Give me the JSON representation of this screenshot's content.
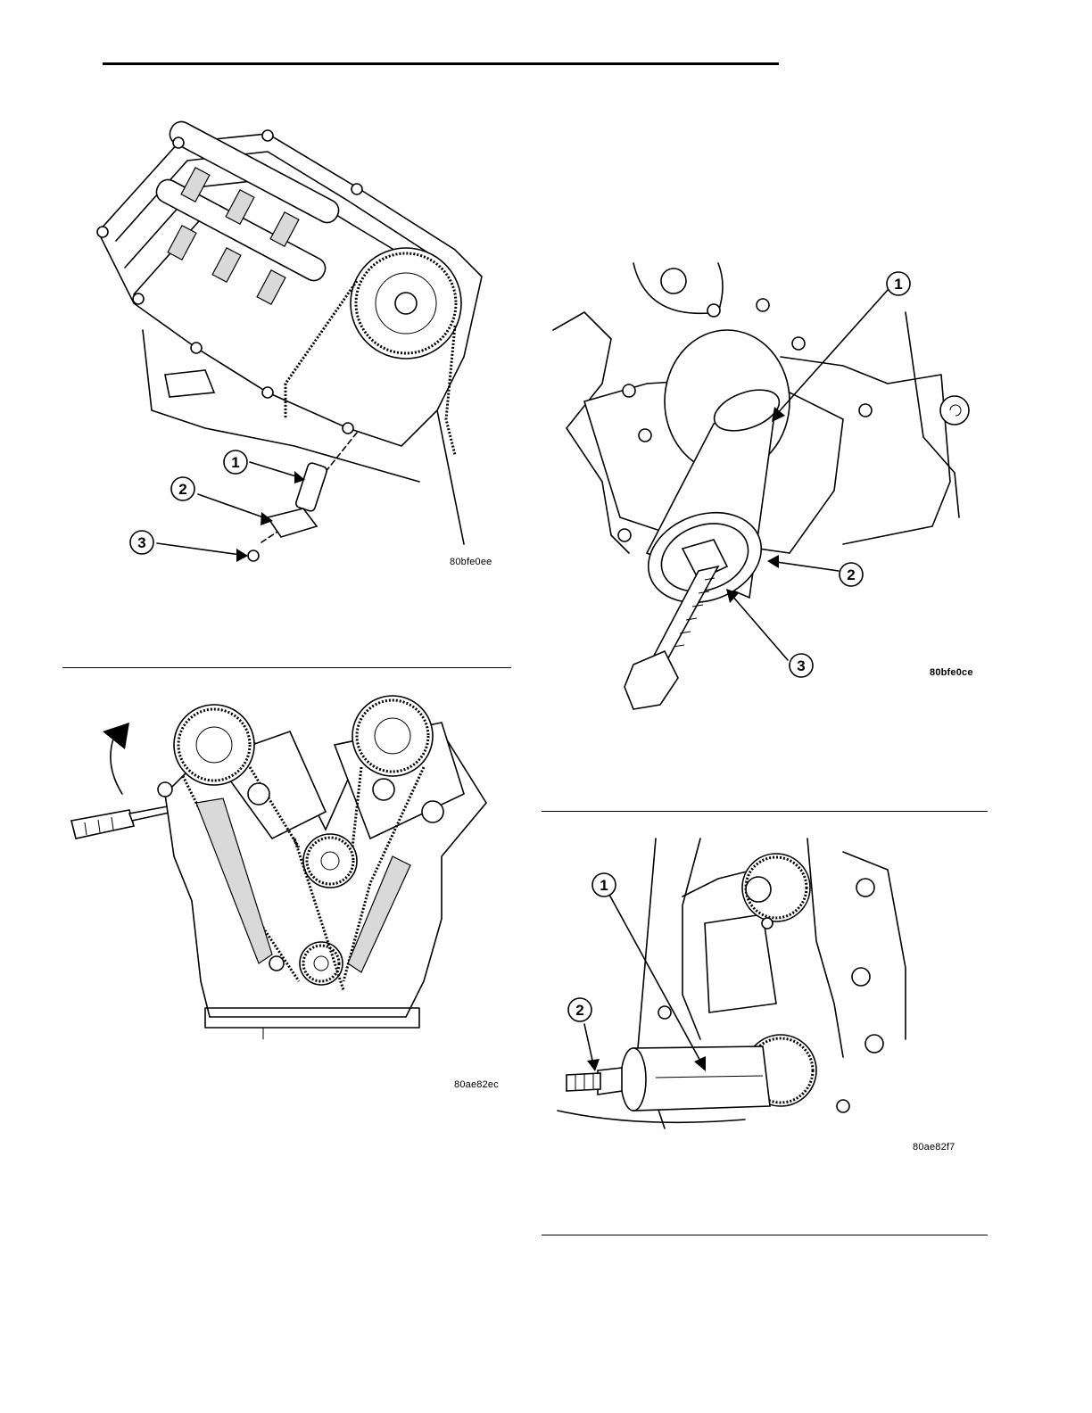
{
  "page": {
    "figures": [
      {
        "code": "80bfe0ee",
        "callouts": [
          "1",
          "2",
          "3"
        ]
      },
      {
        "code": "80ae82ec",
        "callouts": []
      },
      {
        "code": "80bfe0ce",
        "callouts": [
          "1",
          "2",
          "3"
        ]
      },
      {
        "code": "80ae82f7",
        "callouts": [
          "1",
          "2"
        ]
      }
    ]
  }
}
